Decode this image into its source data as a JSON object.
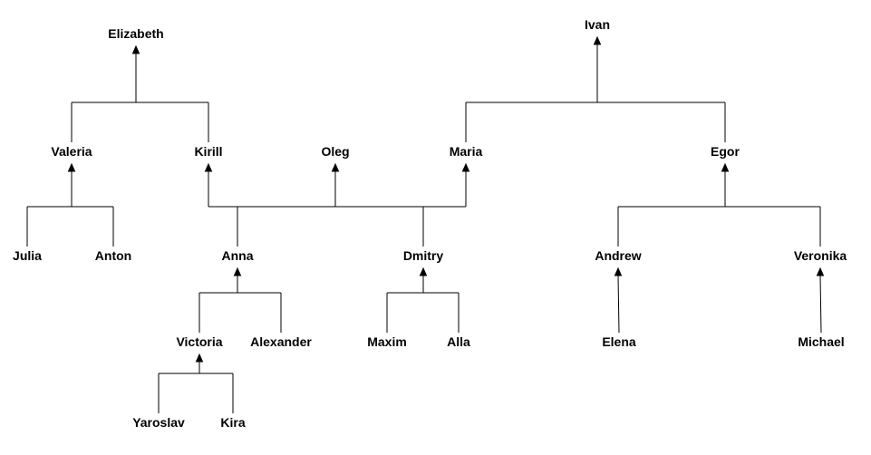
{
  "colors": {
    "background": "#ffffff",
    "line": "#000000",
    "text": "#000000"
  },
  "nodes": {
    "elizabeth": "Elizabeth",
    "ivan": "Ivan",
    "valeria": "Valeria",
    "kirill": "Kirill",
    "oleg": "Oleg",
    "maria": "Maria",
    "egor": "Egor",
    "julia": "Julia",
    "anton": "Anton",
    "anna": "Anna",
    "dmitry": "Dmitry",
    "andrew": "Andrew",
    "veronika": "Veronika",
    "victoria": "Victoria",
    "alexander": "Alexander",
    "maxim": "Maxim",
    "alla": "Alla",
    "elena": "Elena",
    "michael": "Michael",
    "yaroslav": "Yaroslav",
    "kira": "Kira"
  },
  "relations": [
    {
      "children": [
        "valeria",
        "kirill"
      ],
      "parents": [
        "elizabeth"
      ]
    },
    {
      "children": [
        "maria",
        "egor"
      ],
      "parents": [
        "ivan"
      ]
    },
    {
      "children": [
        "julia",
        "anton"
      ],
      "parents": [
        "valeria"
      ]
    },
    {
      "children": [
        "anna",
        "dmitry"
      ],
      "parents": [
        "kirill",
        "oleg",
        "maria"
      ]
    },
    {
      "children": [
        "andrew",
        "veronika"
      ],
      "parents": [
        "egor"
      ]
    },
    {
      "children": [
        "victoria",
        "alexander"
      ],
      "parents": [
        "anna"
      ]
    },
    {
      "children": [
        "maxim",
        "alla"
      ],
      "parents": [
        "dmitry"
      ]
    },
    {
      "children": [
        "elena"
      ],
      "parents": [
        "andrew"
      ]
    },
    {
      "children": [
        "michael"
      ],
      "parents": [
        "veronika"
      ]
    },
    {
      "children": [
        "yaroslav",
        "kira"
      ],
      "parents": [
        "victoria"
      ]
    }
  ]
}
